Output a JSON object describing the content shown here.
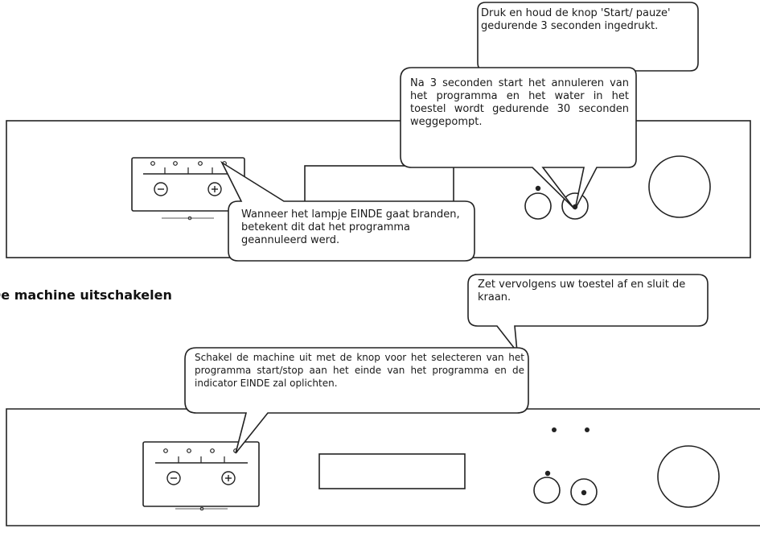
{
  "section": {
    "heading": "De machine uitschakelen"
  },
  "panel1": {
    "controls": {
      "minus_symbol": "−",
      "plus_symbol": "+"
    },
    "callouts": {
      "hold_button": "Druk en houd de knop 'Start/ pauze' gedurende 3 seconden ingedrukt.",
      "after_3_seconds": "Na 3 seconden start het annuleren van het programma en het water in het toestel wordt gedurende 30 seconden weggepompt.",
      "end_light": "Wanneer het lampje EINDE gaat branden, betekent dit dat het programma geannuleerd werd."
    }
  },
  "panel2": {
    "controls": {
      "minus_symbol": "−",
      "plus_symbol": "+"
    },
    "callouts": {
      "turn_off": "Zet vervolgens uw toestel af en sluit de kraan.",
      "switch_off_machine": "Schakel de machine uit met de knop voor het selecteren van het programma start/stop aan het einde van het programma en de indicator EINDE zal oplichten."
    }
  },
  "colors": {
    "stroke": "#222222",
    "text": "#1a1a1a"
  }
}
